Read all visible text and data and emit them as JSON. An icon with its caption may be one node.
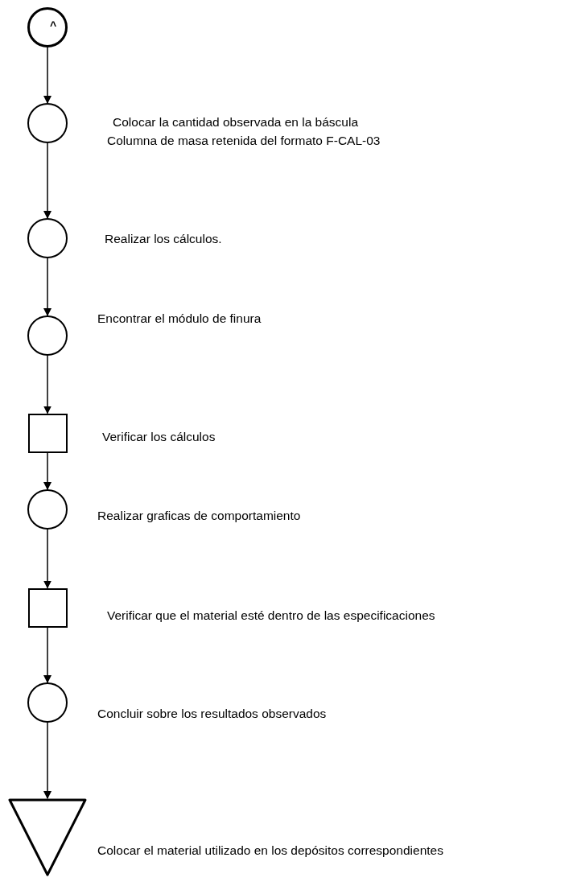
{
  "diagram": {
    "nodes": [
      {
        "text": [
          "^"
        ]
      },
      {
        "text": [],
        "shape": "circle",
        "beside": [
          "Colocar la cantidad observada en la báscula",
          "Columna de masa retenida del formato F-CAL-03"
        ]
      },
      {
        "text": [],
        "shape": "circle",
        "beside": [
          "Realizar los cálculos."
        ]
      },
      {
        "text": [],
        "shape": "circle",
        "beside": [
          "Encontrar el módulo de finura"
        ]
      },
      {
        "text": [],
        "shape": "box",
        "beside": [
          "Verificar los cálculos"
        ]
      },
      {
        "text": [],
        "shape": "circle",
        "beside": [
          "Realizar graficas de comportamiento"
        ]
      },
      {
        "text": [],
        "shape": "box",
        "beside": [
          "Verificar que el material esté dentro de las especificaciones"
        ]
      },
      {
        "text": [],
        "shape": "circle",
        "beside": [
          "Concluir sobre los resultados observados"
        ]
      },
      {
        "text": [],
        "shape": "triangle",
        "beside": [
          "Colocar el material utilizado en los depósitos correspondientes"
        ]
      }
    ],
    "edges": [
      {
        "from": 0,
        "to": 1,
        "arrow": "to"
      },
      {
        "from": 1,
        "to": 2,
        "arrow": "to"
      },
      {
        "from": 2,
        "to": 3,
        "arrow": "to"
      },
      {
        "from": 3,
        "to": 4,
        "arrow": "to"
      },
      {
        "from": 4,
        "to": 5,
        "arrow": "to"
      },
      {
        "from": 5,
        "to": 6,
        "arrow": "to"
      },
      {
        "from": 6,
        "to": 7,
        "arrow": "to"
      },
      {
        "from": 7,
        "to": 8,
        "arrow": "to"
      }
    ]
  }
}
